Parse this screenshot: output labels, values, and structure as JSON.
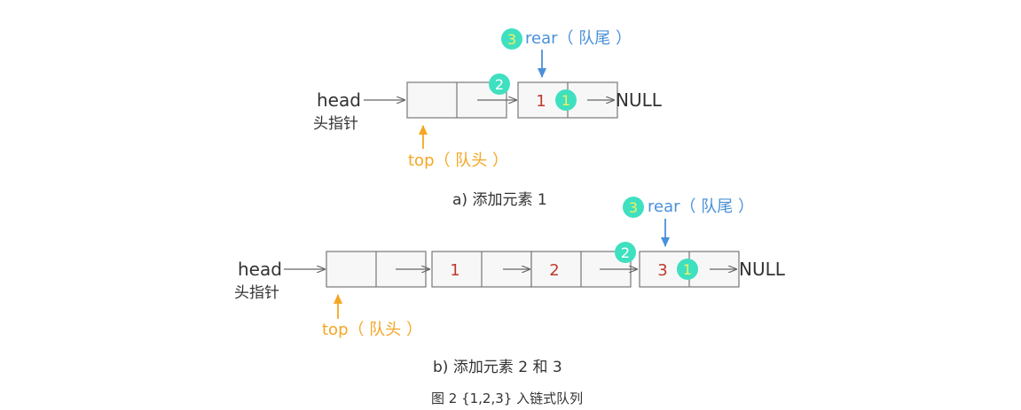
{
  "colors": {
    "badge_fill": "#3fe0c0",
    "badge_digit_yellow": "#f6f05a",
    "badge_digit_white": "#ffffff",
    "rear_blue": "#4a90d9",
    "top_orange": "#f5a623",
    "value_red": "#c0392b",
    "text_dark": "#333333"
  },
  "labels": {
    "head": "head",
    "head_pointer": "头指针",
    "null": "NULL",
    "rear": "rear（ 队尾 ）",
    "top": "top（ 队头 ）"
  },
  "diagram_a": {
    "caption": "a) 添加元素 1",
    "values": [
      "1"
    ],
    "badges": {
      "step1": "1",
      "step2": "2",
      "step3": "3"
    }
  },
  "diagram_b": {
    "caption": "b) 添加元素 2 和 3",
    "values": [
      "1",
      "2",
      "3"
    ],
    "badges": {
      "step1": "1",
      "step2": "2",
      "step3": "3"
    }
  },
  "figure_caption": "图 2 {1,2,3} 入链式队列"
}
